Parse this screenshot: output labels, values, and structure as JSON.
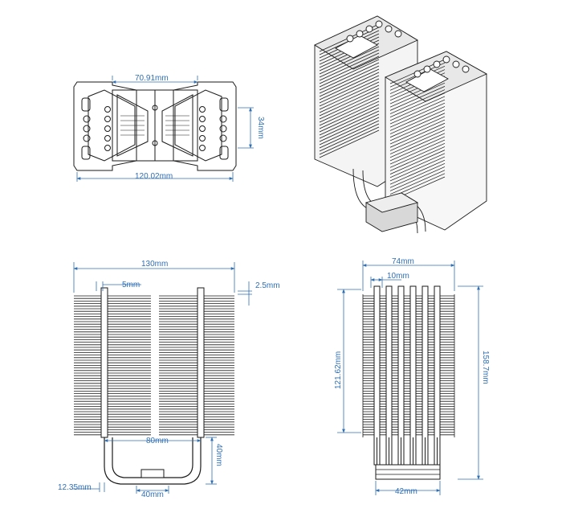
{
  "colors": {
    "line": "#1a1a1a",
    "dimension": "#2f6fb5",
    "background": "#ffffff"
  },
  "views": {
    "top": {
      "label_width_inner": "70.91mm",
      "label_width_outer": "120.02mm",
      "label_height": "34mm"
    },
    "front": {
      "label_total_width": "130mm",
      "label_fin_gap": "5mm",
      "label_fin_pitch": "2.5mm",
      "label_pipe_span": "80mm",
      "label_pipe_height": "40mm",
      "label_base_width": "40mm",
      "label_base_offset": "12.35mm"
    },
    "side": {
      "label_depth": "74mm",
      "label_pipe_pitch": "10mm",
      "label_fin_height": "121.62mm",
      "label_total_height": "158.7mm",
      "label_base_width": "42mm"
    }
  }
}
